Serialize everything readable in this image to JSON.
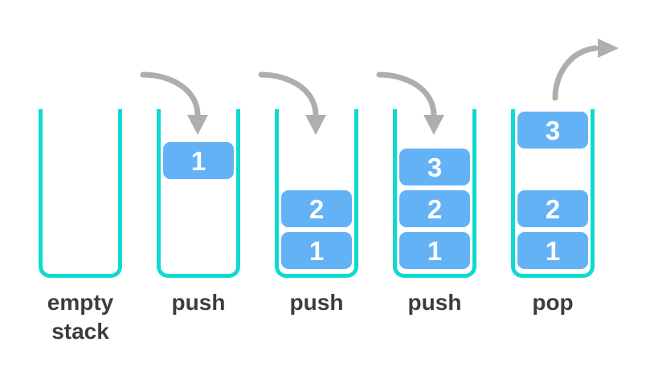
{
  "diagram": "stack-push-pop-operations",
  "colors": {
    "container": "#0edad0",
    "box": "#64b2f6",
    "box_text": "#ffffff",
    "arrow": "#aeaeae",
    "label": "#3d3d3d",
    "background": "#ffffff"
  },
  "icons": {
    "push_arrow": "curved-arrow-down-icon",
    "pop_arrow": "curved-arrow-up-right-icon"
  },
  "stacks": [
    {
      "label": "empty stack",
      "items": []
    },
    {
      "label": "push",
      "arrow": "push-in",
      "items": [
        "1"
      ]
    },
    {
      "label": "push",
      "arrow": "push-in",
      "items": [
        "2",
        "1"
      ]
    },
    {
      "label": "push",
      "arrow": "push-in",
      "items": [
        "3",
        "2",
        "1"
      ]
    },
    {
      "label": "pop",
      "arrow": "pop-out",
      "items": [
        "3",
        "2",
        "1"
      ]
    }
  ]
}
